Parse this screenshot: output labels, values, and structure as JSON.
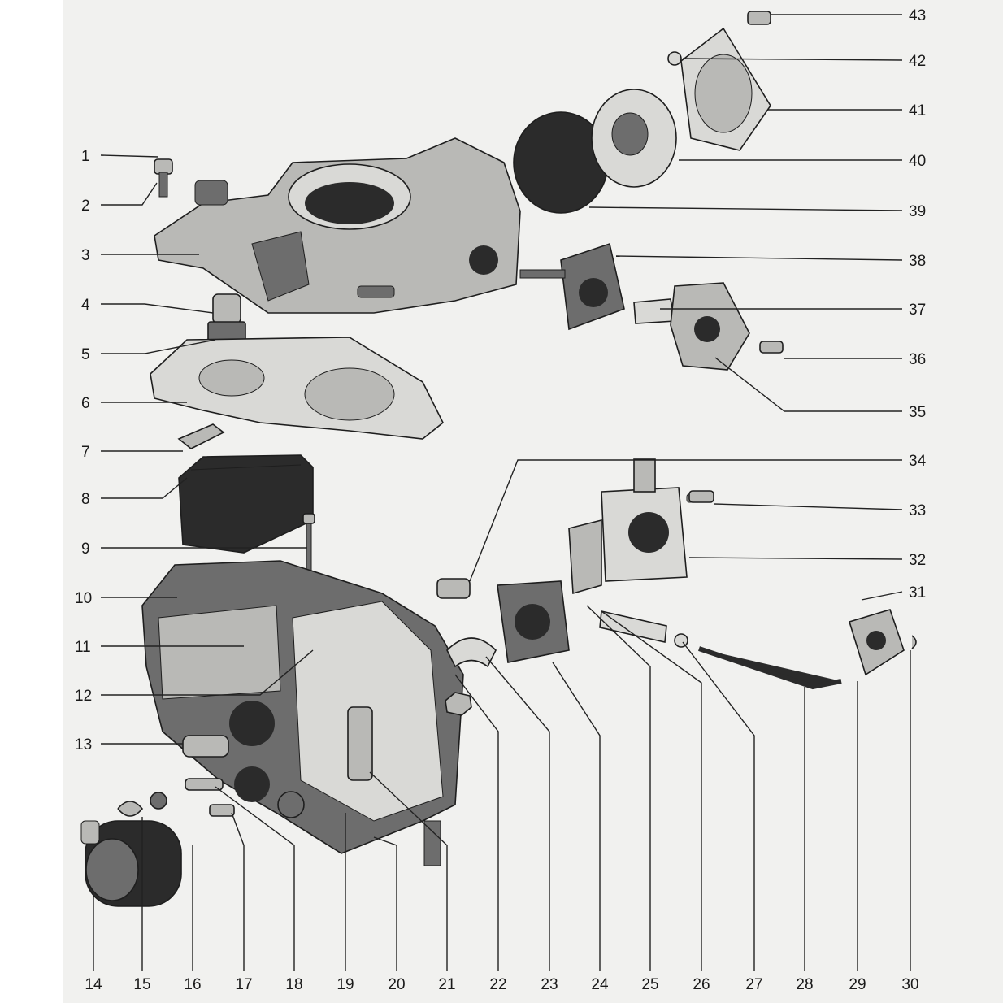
{
  "diagram": {
    "callouts": [
      "1",
      "2",
      "3",
      "4",
      "5",
      "6",
      "7",
      "8",
      "9",
      "10",
      "11",
      "12",
      "13",
      "14",
      "15",
      "16",
      "17",
      "18",
      "19",
      "20",
      "21",
      "22",
      "23",
      "24",
      "25",
      "26",
      "27",
      "28",
      "29",
      "30",
      "31",
      "32",
      "33",
      "34",
      "35",
      "36",
      "37",
      "38",
      "39",
      "40",
      "41",
      "42",
      "43"
    ]
  }
}
